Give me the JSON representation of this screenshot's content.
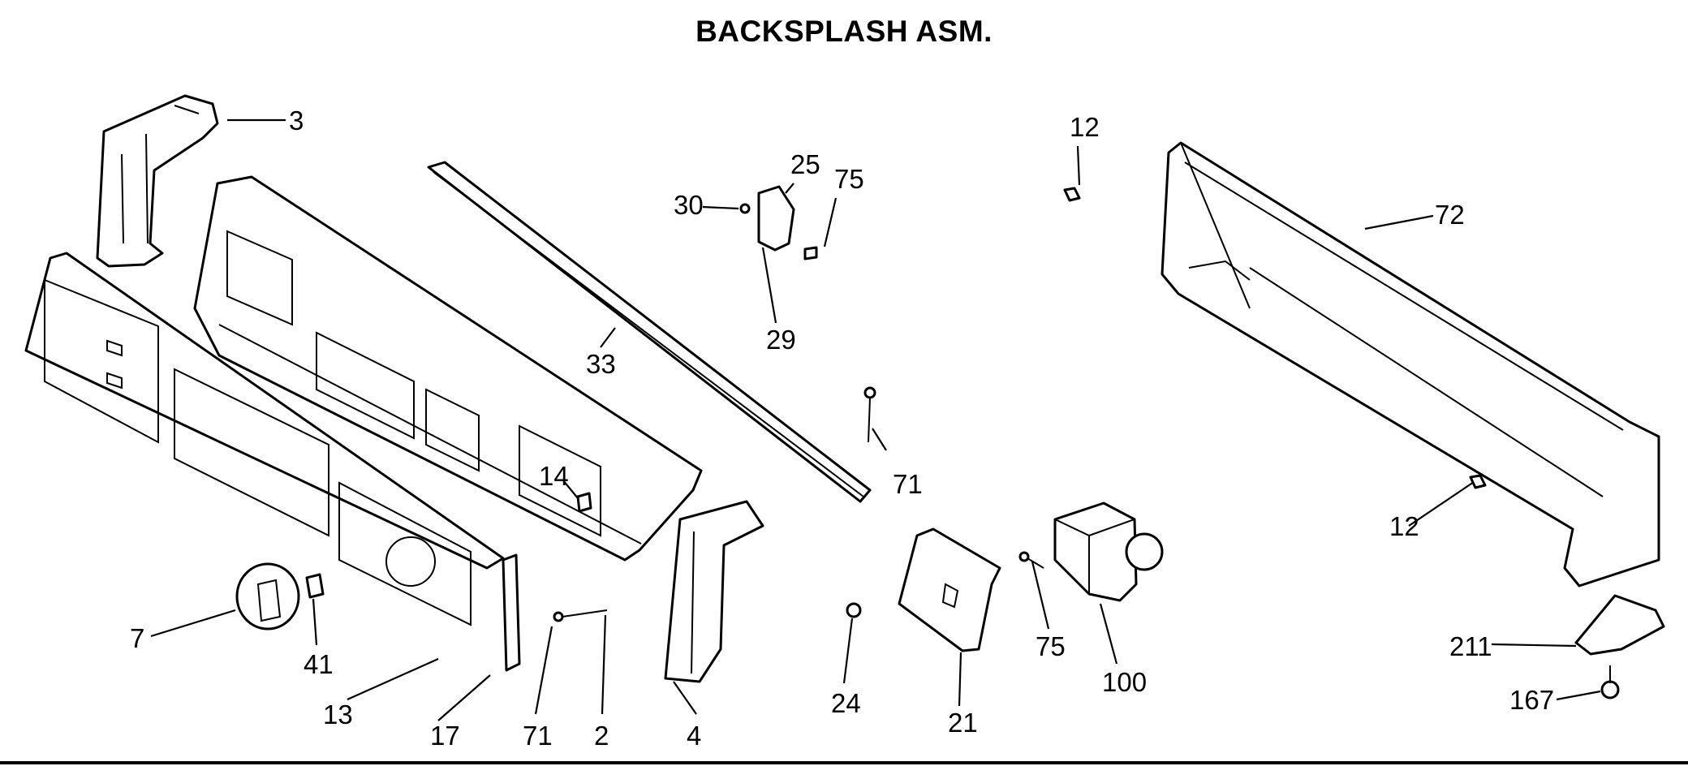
{
  "title": "BACKSPLASH ASM.",
  "callouts": [
    "3",
    "12",
    "25",
    "75",
    "30",
    "72",
    "29",
    "33",
    "14",
    "71",
    "12",
    "7",
    "41",
    "13",
    "17",
    "71",
    "2",
    "4",
    "24",
    "21",
    "75",
    "100",
    "211",
    "167"
  ],
  "colors": {
    "ink": "#000000",
    "paper": "#ffffff"
  }
}
